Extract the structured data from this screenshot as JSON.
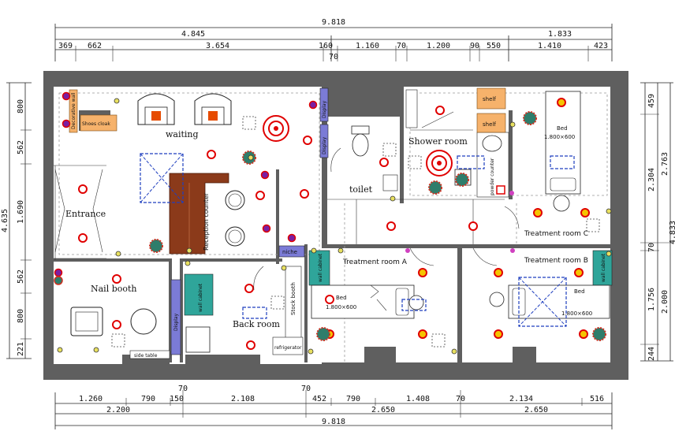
{
  "dimensions": {
    "top_total": "9.818",
    "top_left_group": "4.845",
    "top_right_group": "1.833",
    "top_segments": [
      "369",
      "662",
      "3.654",
      "160",
      "1.160",
      "70",
      "1.200",
      "90",
      "550",
      "1.410",
      "423"
    ],
    "top_sub_70": "70",
    "bottom_upper": [
      "1.260",
      "790",
      "150",
      "2.108",
      "452",
      "790",
      "1.408",
      "2.134",
      "516"
    ],
    "bottom_marks_70": [
      "70",
      "70",
      "70"
    ],
    "bottom_lower": [
      "2.200",
      "2.650",
      "2.650"
    ],
    "bottom_total": "9.818",
    "left_total": "4.635",
    "left_segments": [
      "800",
      "562",
      "1.690",
      "562",
      "800",
      "221"
    ],
    "right_segments": [
      "459",
      "2.304",
      "70",
      "1.756",
      "244"
    ],
    "right_groups": [
      "2.763",
      "2.000"
    ],
    "right_total": "4.833"
  },
  "rooms": {
    "waiting": "waiting",
    "entrance": "Entrance",
    "nail_booth": "Nail booth",
    "back_room": "Back room",
    "toilet": "toilet",
    "shower_room": "Shower room",
    "treatment_a": "Treatment room A",
    "treatment_b": "Treatment room B",
    "treatment_c": "Treatment room C"
  },
  "furniture": {
    "shoes_cloak": "Shoes cloak",
    "decorative_wall": "Decorative wall",
    "display_1": "Display",
    "display_2": "Display",
    "display_3": "Display",
    "reception_counter": "Reception counter",
    "niche": "niche",
    "stock_booth": "Stock booth",
    "side_table": "side table",
    "refrigerator": "refrigerator",
    "shelf_1": "shelf",
    "shelf_2": "shelf",
    "powder_counter": "powder counter",
    "wall_cabinet_1": "wall cabinet",
    "wall_cabinet_2": "wall cabinet",
    "wall_cabinet_3": "wall cabinet",
    "bed_c": "Bed",
    "bed_c_size": "1.800×600",
    "bed_a": "Bed",
    "bed_a_size": "1.800×600",
    "bed_b": "Bed",
    "bed_b_size": "1.800×600"
  },
  "colors": {
    "wall": "#5f5f5f",
    "display": "#7b7bd6",
    "shelf": "#f6b26b",
    "counter": "#8b3a1a",
    "cabinet": "#2fa59a",
    "light_ring": "#e00000",
    "light_fill": "#f5c400",
    "downlight": "#7a1fa2",
    "plant": "#2e7d6b",
    "aircon": "#1f3fbf"
  }
}
